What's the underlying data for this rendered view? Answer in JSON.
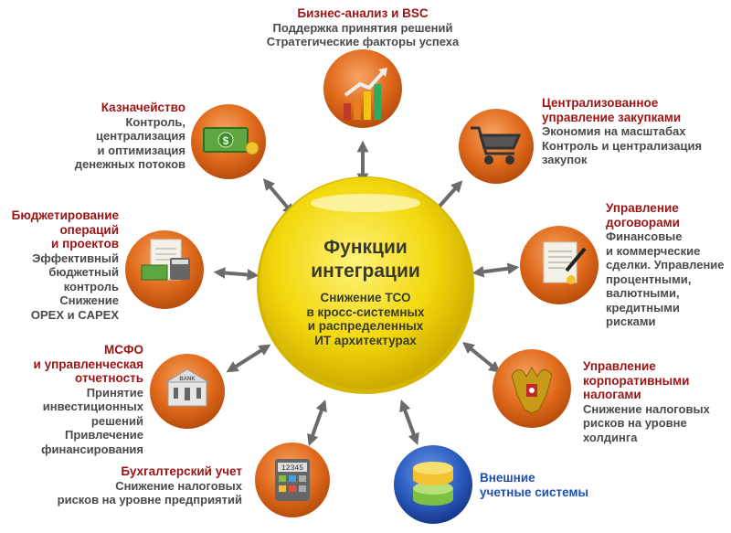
{
  "center": {
    "title": "Функции\nинтеграции",
    "subtitle": "Снижение ТСО\nв кросс-системных\nи распределенных\nИТ архитектурах"
  },
  "nodes": {
    "bi": {
      "title": "Бизнес-анализ и BSC",
      "desc": "Поддержка принятия решений\nСтратегические факторы успеха",
      "icon": "growth-chart-icon"
    },
    "treasury": {
      "title": "Казначейство",
      "desc": "Контроль,\nцентрализация\nи оптимизация\nденежных потоков",
      "icon": "money-icon"
    },
    "procurement": {
      "title": "Централизованное\nуправление закупками",
      "desc": "Экономия на масштабах\nКонтроль и централизация\nзакупок",
      "icon": "shopping-cart-icon"
    },
    "budget": {
      "title": "Бюджетирование\nопераций\nи проектов",
      "desc": "Эффективный\nбюджетный\nконтроль\nСнижение\nOPEX и CAPEX",
      "icon": "budget-calculator-icon"
    },
    "contracts": {
      "title": "Управление\nдоговорами",
      "desc": "Финансовые\nи коммерческие\nсделки. Управление\nпроцентными,\nвалютными,\nкредитными\nрисками",
      "icon": "contract-pen-icon"
    },
    "ifrs": {
      "title": "МСФО\nи управленческая\nотчетность",
      "desc": "Принятие\nинвестиционных\nрешений\nПривлечение\nфинансирования",
      "icon": "bank-icon",
      "bank_label": "BANK"
    },
    "taxes": {
      "title": "Управление\nкорпоративными\nналогами",
      "desc": "Снижение налоговых\nрисков на уровне\nхолдинга",
      "icon": "coat-of-arms-icon"
    },
    "accounting": {
      "title": "Бухгалтерский учет",
      "desc": "Снижение налоговых\nрисков на уровне предприятий",
      "icon": "calculator-icon",
      "calc_display": "12345"
    },
    "external": {
      "title": "Внешние\nучетные системы",
      "icon": "database-icon"
    }
  },
  "colors": {
    "title_red": "#9b1414",
    "body_gray": "#4a4a4a",
    "orange": "#e06a1c",
    "yellow": "#f2d80c",
    "blue": "#1f4fb0",
    "arrow": "#6b6b6b"
  }
}
